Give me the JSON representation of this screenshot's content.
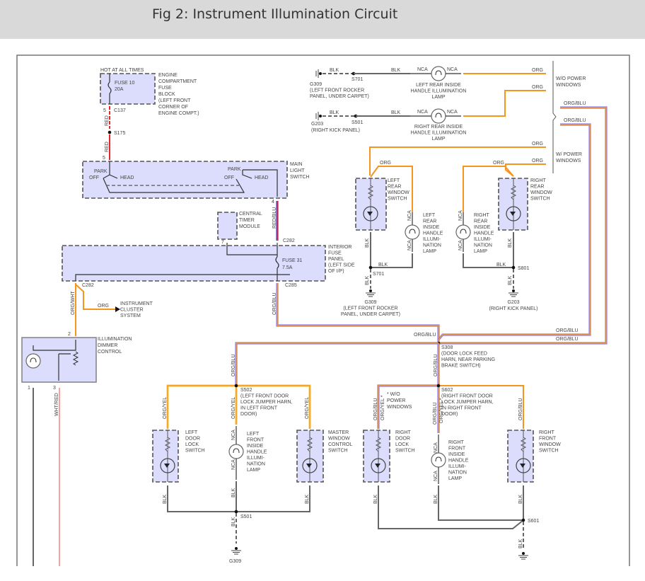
{
  "header": {
    "title": "Fig 2: Instrument Illumination Circuit"
  },
  "colors": {
    "red": "#e8262a",
    "orange": "#f7941d",
    "blue_tracer": "#8c7fe8",
    "yellow_tracer": "#f8d25a",
    "black_wire": "#666666",
    "component_fill": "#dcdcfc"
  },
  "labels": {
    "hot": "HOT AT ALL TIMES",
    "fuse10": [
      "FUSE 10",
      "20A"
    ],
    "efb": [
      "ENGINE",
      "COMPARTMENT",
      "FUSE",
      "BLOCK",
      "(LEFT FRONT",
      "CORNER OF",
      "ENGINE COMPT.)"
    ],
    "pin5a": "5",
    "c137": "C137",
    "red1": "RED",
    "s175": "S175",
    "red2": "RED",
    "pin5b": "5",
    "park1": "PARK",
    "off1": "OFF",
    "head1": "HEAD",
    "park2": "PARK",
    "off2": "OFF",
    "head2": "HEAD",
    "mls": [
      "MAIN",
      "LIGHT",
      "SWITCH"
    ],
    "pin4": "4",
    "redblu": "RED/BLU",
    "ctm": [
      "CENTRAL",
      "TIMER",
      "MODULE"
    ],
    "pin7": "7",
    "c282a": "C282",
    "fuse31": [
      "FUSE 31",
      "7.5A"
    ],
    "ifp": [
      "INTERIOR",
      "FUSE",
      "PANEL",
      "(LEFT SIDE",
      "OF I/P)"
    ],
    "c282b": "C282",
    "c285": "C285",
    "orgwht": "ORG/WHT",
    "orgbluA": "ORG/BLU",
    "org_ic": "ORG",
    "ic": [
      "INSTRUMENT",
      "CLUSTER",
      "SYSTEM"
    ],
    "pin2": "2",
    "idc": [
      "ILLUMINATION",
      "DIMMER",
      "CONTROL"
    ],
    "pin1": "1",
    "pin3": "3",
    "whtred": "WHT/RED",
    "blk_r1a": "BLK",
    "s701a": "S701",
    "blk_r1b": "BLK",
    "nca1": "NCA",
    "nca2": "NCA",
    "org_r1": "ORG",
    "g309a": [
      "G309",
      "(LEFT FRONT ROCKER",
      "PANEL, UNDER CARPET)"
    ],
    "lrihil": [
      "LEFT REAR INSIDE",
      "HANDLE ILLUMINATION",
      "LAMP"
    ],
    "blk_r2a": "BLK",
    "s501a": "S501",
    "blk_r2b": "BLK",
    "nca3": "NCA",
    "nca4": "NCA",
    "org_r2": "ORG",
    "g203a": [
      "G203",
      "(RIGHT KICK PANEL)"
    ],
    "rrihil": [
      "RIGHT REAR INSIDE",
      "HANDLE ILLUMINATION",
      "LAMP"
    ],
    "wopw": [
      "W/O POWER",
      "WINDOWS"
    ],
    "wpw": [
      "W/ POWER",
      "WINDOWS"
    ],
    "orgblu_t1": "ORG/BLU",
    "orgblu_t2": "ORG/BLU",
    "org_t3": "ORG",
    "org_t4": "ORG",
    "org_lr": "ORG",
    "org_rr": "ORG",
    "lrws": [
      "LEFT",
      "REAR",
      "WINDOW",
      "SWITCH"
    ],
    "lrihl": [
      "LEFT",
      "REAR",
      "INSIDE",
      "HANDLE",
      "ILLUMI-",
      "NATION",
      "LAMP"
    ],
    "rrws": [
      "RIGHT",
      "REAR",
      "WINDOW",
      "SWITCH"
    ],
    "rrihl": [
      "RIGHT",
      "REAR",
      "INSIDE",
      "HANDLE",
      "ILLUMI-",
      "NATION",
      "LAMP"
    ],
    "nca5": "NCA",
    "nca6": "NCA",
    "nca7": "NCA",
    "nca8": "NCA",
    "blk_lr1": "BLK",
    "blk_lr2": "BLK",
    "s701b": "S701",
    "blk_lr3": "BLK",
    "g309b": [
      "G309",
      "(LEFT FRONT ROCKER",
      "PANEL, UNDER CARPET)"
    ],
    "blk_rr1": "BLK",
    "blk_rr2": "BLK",
    "s801": "S801",
    "blk_rr3": "BLK",
    "g203b": [
      "G203",
      "(RIGHT KICK PANEL)"
    ],
    "orgblu_b1": "ORG/BLU",
    "orgblu_b2": "ORG/BLU",
    "orgblu_b3": "ORG/BLU",
    "s308": [
      "S308",
      "(DOOR LOCK FEED",
      "HARN, NEAR PARKING",
      "BRAKE SWITCH)"
    ],
    "orgblu_l": "ORG/BLU",
    "orgblu_m": "ORG/BLU",
    "s502": [
      "S502",
      "(LEFT FRONT DOOR",
      "LOCK JUMPER HARN,",
      "IN LEFT FRONT",
      "DOOR)"
    ],
    "orgyel1": "ORG/YEL",
    "orgyel2": "ORG/YEL",
    "orgyel3": "ORG/YEL",
    "ldls": [
      "LEFT",
      "DOOR",
      "LOCK",
      "SWITCH"
    ],
    "lfihl": [
      "LEFT",
      "FRONT",
      "INSIDE",
      "HANDLE",
      "ILLUMI-",
      "NATION",
      "LAMP"
    ],
    "mwcs": [
      "MASTER",
      "WINDOW",
      "CONTROL",
      "SWITCH"
    ],
    "nca9": "NCA",
    "nca10": "NCA",
    "blk_b1": "BLK",
    "blk_b2": "BLK",
    "blk_b3": "BLK",
    "s501b": "S501",
    "blk_b4": "BLK",
    "g309c": "G309",
    "wopw2": [
      "* W/O",
      "POWER",
      "WINDOWS"
    ],
    "orgblu_r1": "ORG/BLU",
    "orgyel_r1": "ORG/YEL *",
    "orgblu_r2": "ORG/BLU",
    "orgyel_r2": "ORG/YEL *",
    "orgblu_r3": "ORG/BLU",
    "s602": [
      "S602",
      "(RIGHT FRONT DOOR",
      "LOCK JUMPER HARN,",
      "IN RIGHT FRONT",
      "DOOR)"
    ],
    "rdls": [
      "RIGHT",
      "DOOR",
      "LOCK",
      "SWITCH"
    ],
    "rfihl": [
      "RIGHT",
      "FRONT",
      "INSIDE",
      "HANDLE",
      "ILLUMI-",
      "NATION",
      "LAMP"
    ],
    "rfws": [
      "RIGHT",
      "FRONT",
      "WINDOW",
      "SWITCH"
    ],
    "nca11": "NCA",
    "nca12": "NCA",
    "blk_c1": "BLK",
    "blk_c2": "BLK",
    "blk_c3": "BLK",
    "s601": "S601",
    "blk_c4": "BLK"
  }
}
